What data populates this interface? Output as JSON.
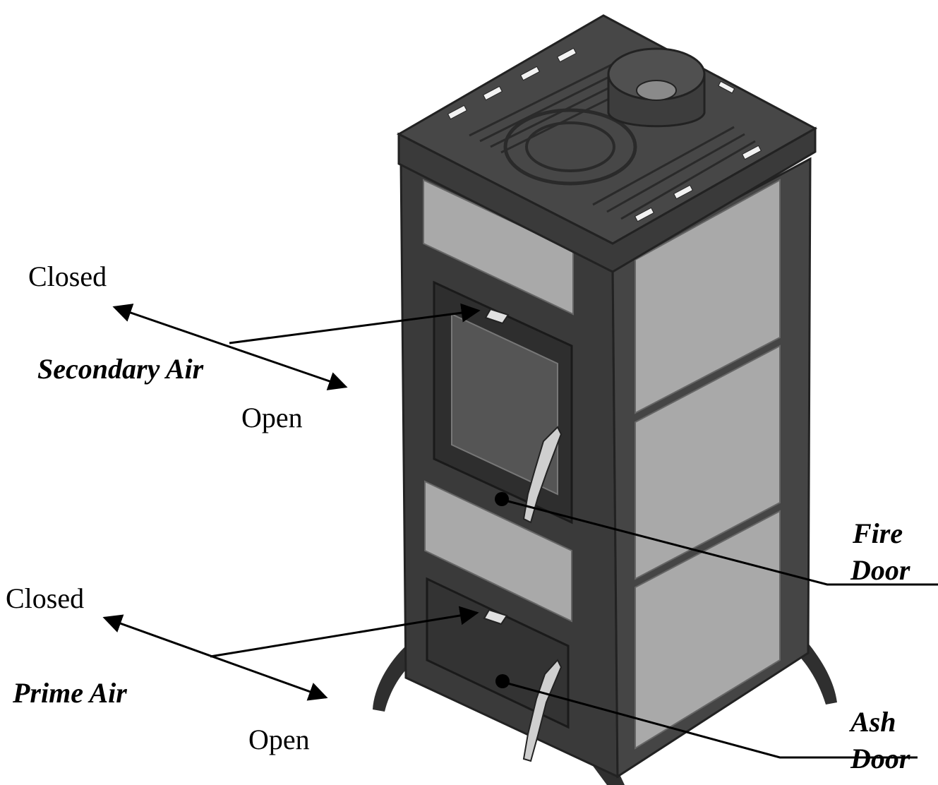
{
  "labels": {
    "secondary_closed": "Closed",
    "secondary_air": "Secondary Air",
    "secondary_open": "Open",
    "prime_closed": "Closed",
    "prime_air": "Prime Air",
    "prime_open": "Open",
    "fire_door_line1": "Fire",
    "fire_door_line2": "Door",
    "ash_door_line1": "Ash",
    "ash_door_line2": "Door"
  },
  "colors": {
    "stove_body": "#3b3b3b",
    "stove_top": "#4a4a4a",
    "stove_panel": "#a9a9a9",
    "line": "#000000"
  }
}
